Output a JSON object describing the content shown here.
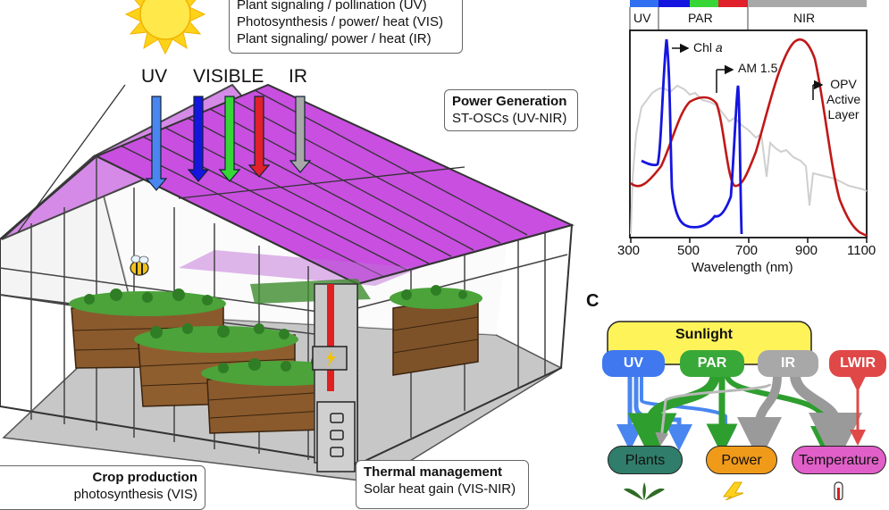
{
  "colors": {
    "uv": "#2f6ff0",
    "visible_blue": "#1515e0",
    "visible_green": "#37d637",
    "visible_red": "#e0202a",
    "ir": "#a8a8a8",
    "glass": "#c84fe0",
    "crate": "#8a5a2c",
    "sunlight": "#fff35a",
    "par": "#38a838",
    "lwir": "#e04848",
    "plants": "#2f7d6a",
    "power": "#f09a1a",
    "temperature": "#e15fc8"
  },
  "sunlight_box": {
    "lines": [
      "Plant signaling / pollination (UV)",
      "Photosynthesis / power/ heat (VIS)",
      "Plant signaling/ power / heat (IR)"
    ]
  },
  "wavebands": {
    "uv": "UV",
    "visible": "VISIBLE",
    "ir": "IR"
  },
  "power_box": {
    "title": "Power Generation",
    "subtitle": "ST-OSCs (UV-NIR)"
  },
  "crop_box": {
    "title": "Crop production",
    "subtitle": "photosynthesis (VIS)"
  },
  "thermal_box": {
    "title": "Thermal management",
    "subtitle": "Solar heat gain (VIS-NIR)"
  },
  "spectrum": {
    "bands": [
      "UV",
      "PAR",
      "NIR"
    ],
    "labels": {
      "chl": "Chl ",
      "chl_italic": "a",
      "am": "AM 1.5",
      "opv": [
        "OPV",
        "Active",
        "Layer"
      ]
    },
    "x_ticks": [
      "300",
      "500",
      "700",
      "900",
      "1100"
    ],
    "xlabel": "Wavelength (nm)"
  },
  "flow": {
    "panel_letter": "C",
    "sunlight": "Sunlight",
    "sources": [
      "UV",
      "PAR",
      "IR",
      "LWIR"
    ],
    "sinks": [
      "Plants",
      "Power",
      "Temperature"
    ]
  }
}
